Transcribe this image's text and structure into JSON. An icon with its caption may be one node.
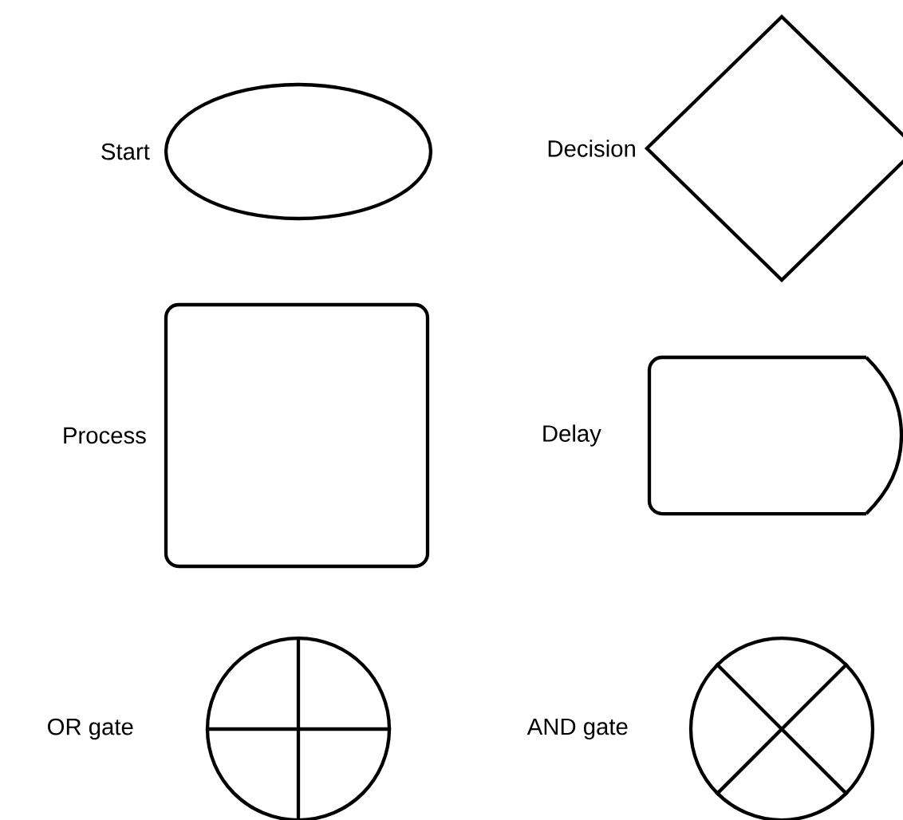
{
  "diagram": {
    "nodes": [
      {
        "text": [],
        "shape": "ellipse",
        "beside": [
          "Start"
        ]
      },
      {
        "text": [],
        "shape": "diamond",
        "beside": [
          "Decision"
        ]
      },
      {
        "text": [],
        "shape": "box",
        "beside": [
          "Process"
        ]
      },
      {
        "text": [],
        "shape": "delay",
        "beside": [
          "Delay"
        ]
      },
      {
        "text": [],
        "shape": "or-gate",
        "beside": [
          "OR gate"
        ]
      },
      {
        "text": [],
        "shape": "and-gate",
        "beside": [
          "AND gate"
        ]
      }
    ]
  }
}
